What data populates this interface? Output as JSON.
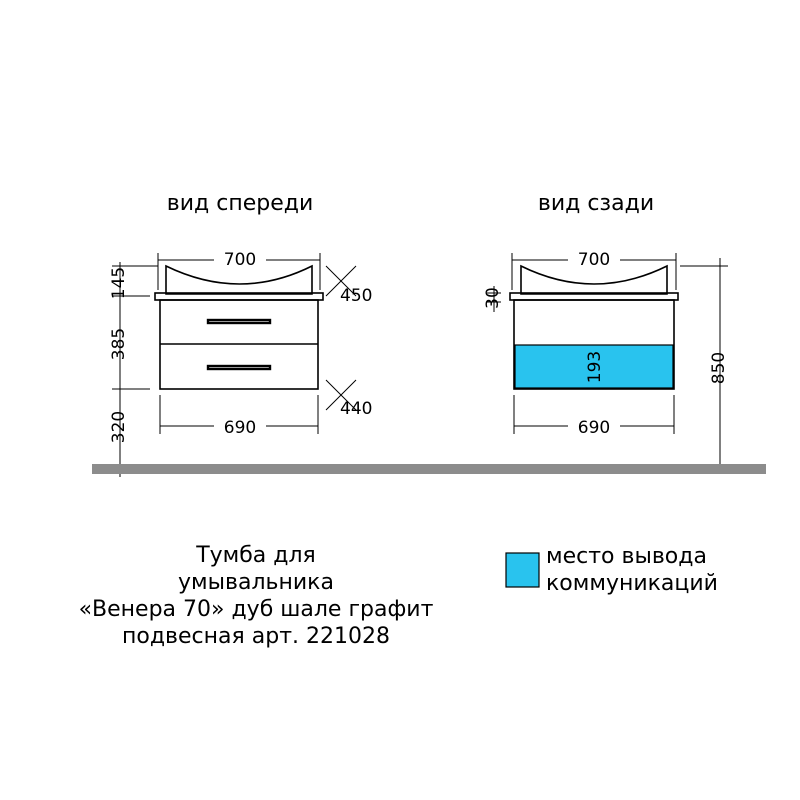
{
  "views": {
    "front_title": "вид спереди",
    "back_title": "вид сзади"
  },
  "dimensions": {
    "front_top_width": "700",
    "front_bottom_width": "690",
    "front_depth_top": "450",
    "front_depth_bottom": "440",
    "basin_height": "145",
    "body_height": "385",
    "mount_height": "320",
    "back_top_width": "700",
    "back_bottom_width": "690",
    "back_offset": "30",
    "service_zone_height": "193",
    "total_height": "850"
  },
  "caption": {
    "line1": "Тумба для",
    "line2": "умывальника",
    "line3": "«Венера 70» дуб шале графит",
    "line4": "подвесная арт. 221028"
  },
  "legend": {
    "line1": "место вывода",
    "line2": "коммуникаций",
    "swatch_color": "#29c3ee"
  },
  "colors": {
    "floor": "#8c8c8c",
    "service_zone": "#29c3ee"
  }
}
